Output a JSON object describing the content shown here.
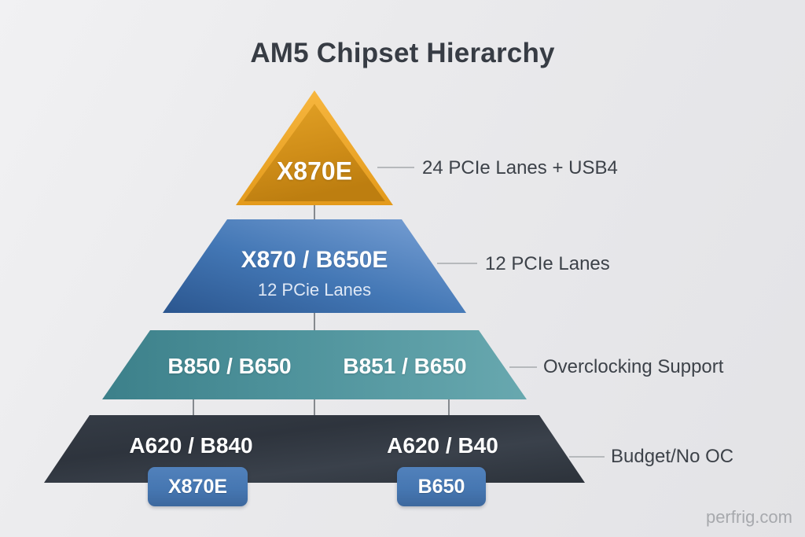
{
  "title": "AM5 Chipset Hierarchy",
  "watermark": "perfrig.com",
  "pyramid": {
    "tiers": [
      {
        "id": "tier-1",
        "chipsets": "X870E",
        "side_label": "24 PCIe Lanes + USB4",
        "color": "#e2a124"
      },
      {
        "id": "tier-2",
        "chipsets": "X870 / B650E",
        "sublabel": "12 PCie Lanes",
        "side_label": "12 PCIe Lanes",
        "color": "#4377b5"
      },
      {
        "id": "tier-3",
        "chipsets_left": "B850 / B650",
        "chipsets_right": "B851 / B650",
        "side_label": "Overclocking Support",
        "color": "#4f939c"
      },
      {
        "id": "tier-4",
        "chipsets_left": "A620 / B840",
        "chipsets_right": "A620 / B40",
        "side_label": "Budget/No OC",
        "badges": [
          "X870E",
          "B650"
        ],
        "color": "#343a43"
      }
    ],
    "connector_color": "#9aa0a6"
  }
}
